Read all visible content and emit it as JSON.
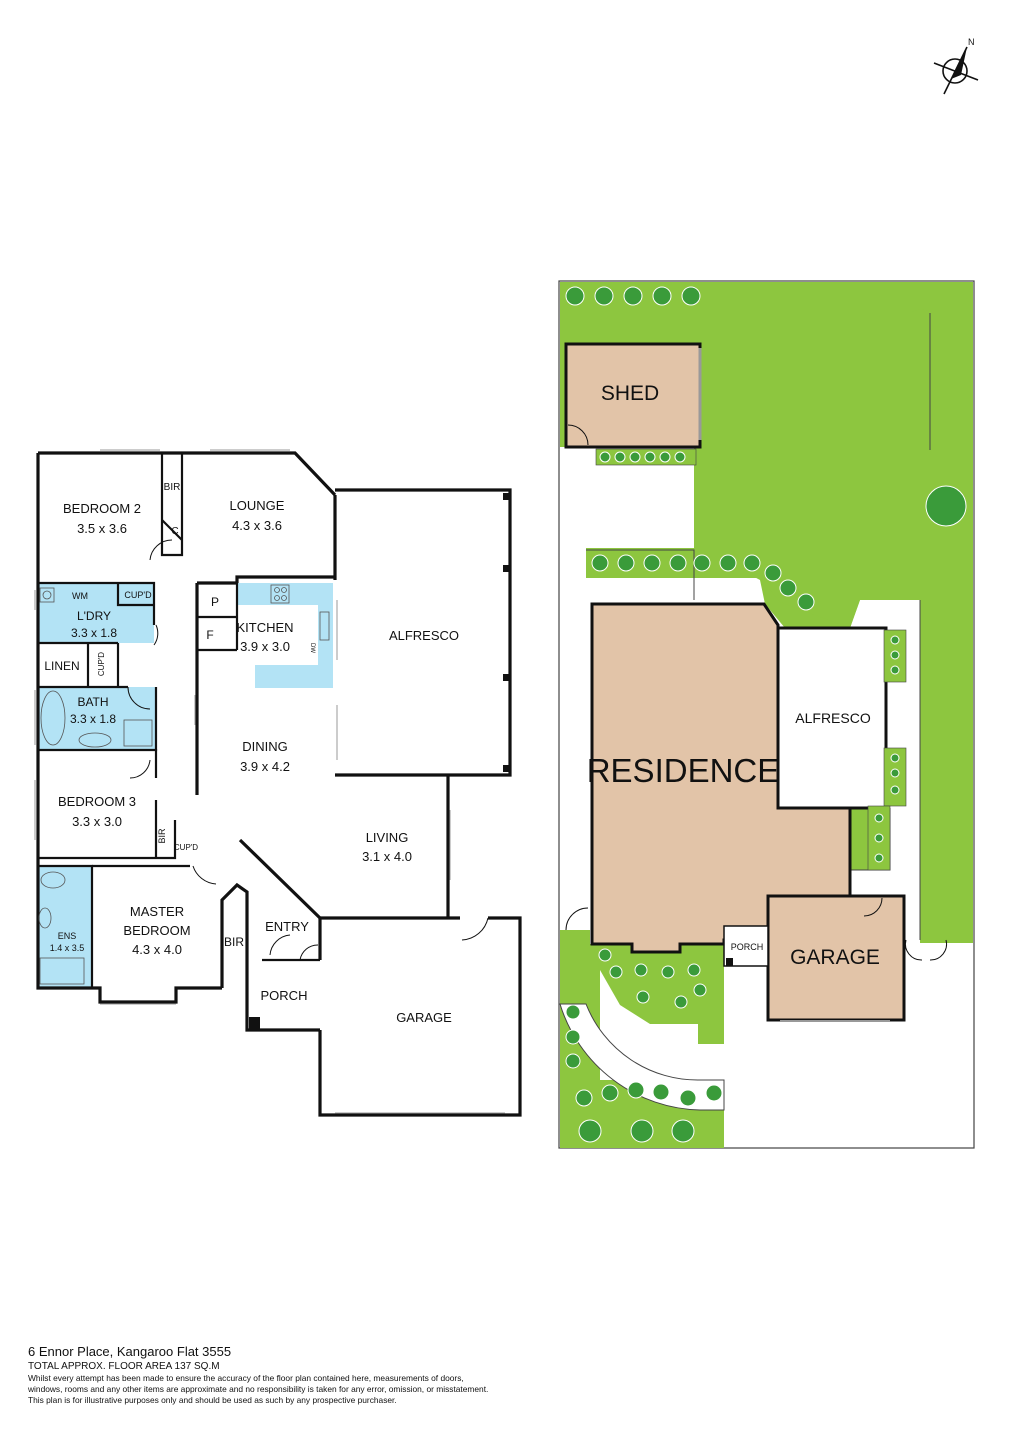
{
  "compass": {
    "north_label": "N"
  },
  "floor_plan": {
    "rooms": [
      {
        "id": "bedroom2",
        "name": "BEDROOM 2",
        "size": "3.5 x 3.6"
      },
      {
        "id": "lounge",
        "name": "LOUNGE",
        "size": "4.3 x 3.6"
      },
      {
        "id": "laundry",
        "name": "L'DRY",
        "size": "3.3 x 1.8"
      },
      {
        "id": "kitchen",
        "name": "KITCHEN",
        "size": "3.9 x 3.0"
      },
      {
        "id": "bath",
        "name": "BATH",
        "size": "3.3 x 1.8"
      },
      {
        "id": "dining",
        "name": "DINING",
        "size": "3.9 x 4.2"
      },
      {
        "id": "bedroom3",
        "name": "BEDROOM 3",
        "size": "3.3 x 3.0"
      },
      {
        "id": "living",
        "name": "LIVING",
        "size": "3.1 x 4.0"
      },
      {
        "id": "master",
        "name": "MASTER",
        "name2": "BEDROOM",
        "size": "4.3 x 4.0"
      },
      {
        "id": "ens",
        "name": "ENS",
        "size": "1.4 x 3.5"
      }
    ],
    "labels": {
      "bir": "BIR",
      "c": "C",
      "wm": "WM",
      "cupd": "CUP'D",
      "linen": "LINEN",
      "p": "P",
      "f": "F",
      "dw": "DW",
      "alfresco": "ALFRESCO",
      "entry": "ENTRY",
      "porch": "PORCH",
      "garage": "GARAGE"
    }
  },
  "site_plan": {
    "shed": "SHED",
    "residence": "RESIDENCE",
    "alfresco": "ALFRESCO",
    "porch": "PORCH",
    "garage": "GARAGE"
  },
  "colors": {
    "lawn": "#8dc63f",
    "building": "#e2c4a8",
    "wet_area": "#b3e3f5",
    "tree": "#3a9b3a"
  },
  "footer": {
    "address": "6 Ennor Place, Kangaroo Flat 3555",
    "area": "TOTAL APPROX. FLOOR AREA 137 SQ.M",
    "disclaimer_1": "Whilst every attempt has been made to ensure the accuracy of the floor plan contained here, measurements of doors,",
    "disclaimer_2": "windows, rooms and any other items are approximate and no responsibility is taken for any error, omission, or misstatement.",
    "disclaimer_3": "This plan is for illustrative purposes only and should be used as such by any prospective purchaser."
  }
}
